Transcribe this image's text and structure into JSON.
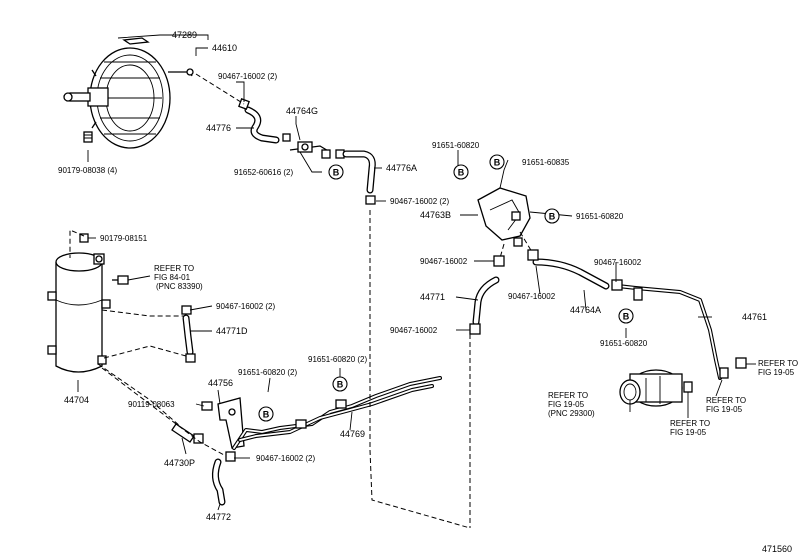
{
  "diagram": {
    "figure_number": "471560",
    "badge_letter": "B",
    "labels": {
      "p47289": "47289",
      "p44610": "44610",
      "p90467_top": "90467-16002 (2)",
      "p44776": "44776",
      "p44764G": "44764G",
      "p44776A": "44776A",
      "p91652": "91652-60616 (2)",
      "p90179_08038": "90179-08038 (4)",
      "p90467_mid": "90467-16002 (2)",
      "p90179_08151": "90179-08151",
      "refer_84_1": "REFER TO",
      "refer_84_2": "FIG 84-01",
      "refer_84_3": "(PNC 83390)",
      "p90467_left": "90467-16002 (2)",
      "p44771D": "44771D",
      "p44704": "44704",
      "p44756": "44756",
      "p91651_60820_2a": "91651-60820 (2)",
      "p91651_60820_2b": "91651-60820 (2)",
      "p90119": "90119-08063",
      "p44769": "44769",
      "p44730P": "44730P",
      "p90467_bottom": "90467-16002 (2)",
      "p44772": "44772",
      "p91651_60820_a": "91651-60820",
      "p91651_60835": "91651-60835",
      "p44763B": "44763B",
      "p91651_60820_b": "91651-60820",
      "p90467_r1": "90467-16002",
      "p90467_r2": "90467-16002",
      "p44771": "44771",
      "p90467_r3": "90467-16002",
      "p90467_r4": "90467-16002",
      "p44764A": "44764A",
      "p44761": "44761",
      "p91651_60820_c": "91651-60820",
      "refer_1905_a1": "REFER TO",
      "refer_1905_a2": "FIG 19-05",
      "refer_1905_b1": "REFER TO",
      "refer_1905_b2": "FIG 19-05",
      "refer_1905_b3": "(PNC 29300)",
      "refer_1905_c1": "REFER TO",
      "refer_1905_c2": "FIG 19-05",
      "refer_1905_d1": "REFER TO",
      "refer_1905_d2": "FIG 19-05"
    }
  }
}
